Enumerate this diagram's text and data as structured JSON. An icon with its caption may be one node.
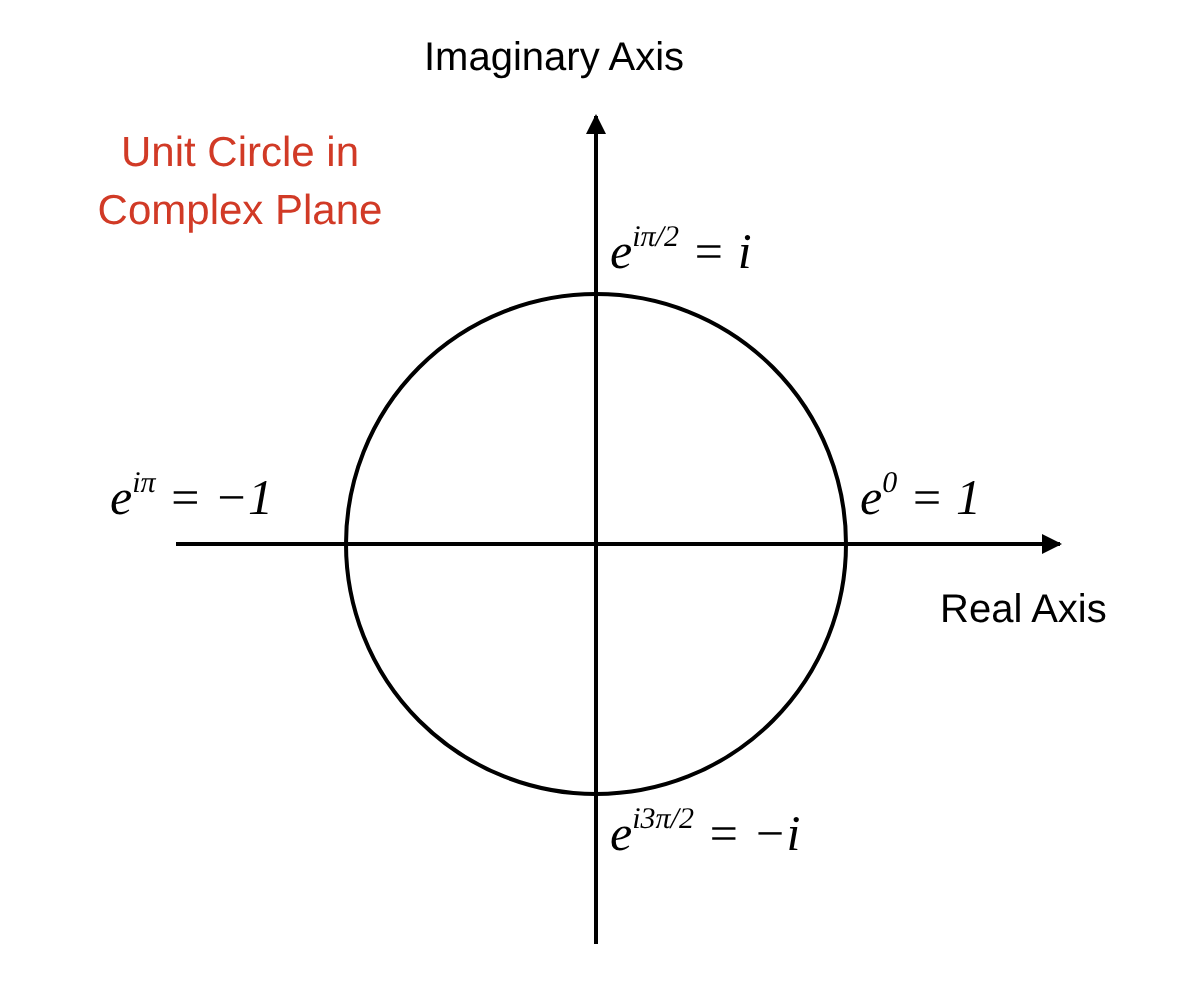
{
  "diagram": {
    "title": "Unit Circle in Complex Plane",
    "labels": [
      "Imaginary Axis",
      "e$^{iπ/2}$ = i",
      "e$^{iπ}$ = −1",
      "e$^{0}$ = 1",
      "Real Axis",
      "e$^{i3π/2}$ = −i"
    ]
  }
}
